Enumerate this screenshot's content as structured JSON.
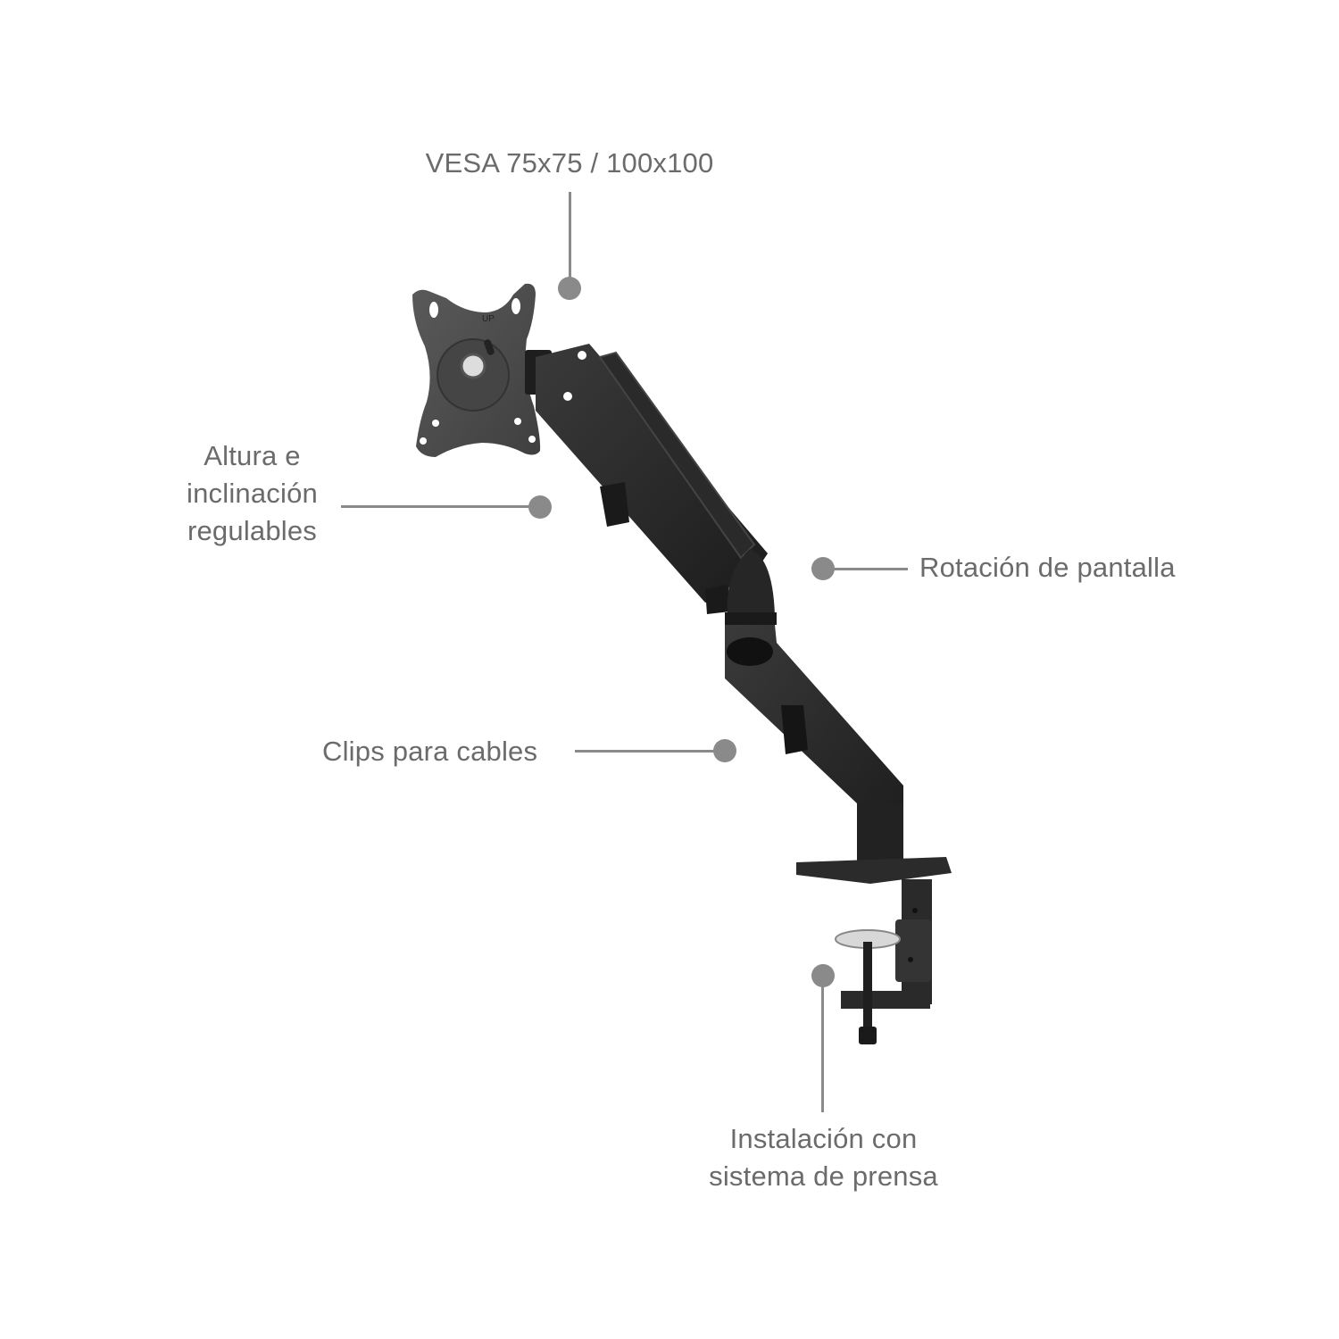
{
  "image": {
    "background": "#ffffff",
    "callout_color": "#8a8a8a",
    "text_color": "#6b6b6b",
    "product": "monitor-arm"
  },
  "callouts": {
    "vesa": {
      "label": "VESA 75x75 / 100x100"
    },
    "height_tilt": {
      "lines": [
        "Altura e",
        "inclinación",
        "regulables"
      ]
    },
    "rotation": {
      "label": "Rotación de pantalla"
    },
    "cable_clips": {
      "label": "Clips para cables"
    },
    "clamp": {
      "lines": [
        "Instalación con",
        "sistema de prensa"
      ]
    }
  },
  "product_markings": {
    "vesa_plate_text": "UP"
  }
}
